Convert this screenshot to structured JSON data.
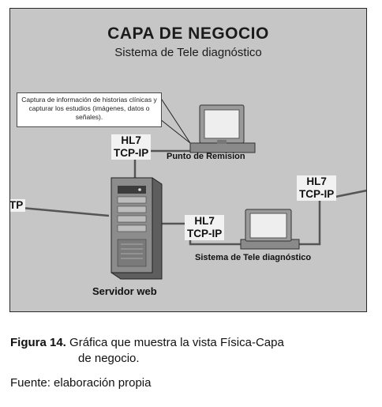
{
  "diagram": {
    "title": "CAPA DE NEGOCIO",
    "subtitle": "Sistema de Tele diagnóstico",
    "note_text": "Captura de información de historias clínicas y capturar los estudios (imágenes, datos o señales).",
    "labels": {
      "hl7_top": "HL7",
      "tcpip_top": "TCP-IP",
      "punto_remision": "Punto de Remision",
      "left_edge_cut": "TP",
      "hl7_mid": "HL7",
      "tcpip_mid": "TCP-IP",
      "hl7_right": "HL7",
      "tcpip_right": "TCP-IP",
      "sistema_tele": "Sistema de Tele diagnóstico",
      "servidor_web": "Servidor web"
    }
  },
  "caption": {
    "label": "Figura 14.",
    "text_line1": "Gráfica que muestra la vista Física-Capa",
    "text_line2": "de negocio."
  },
  "source": "Fuente: elaboración propia"
}
